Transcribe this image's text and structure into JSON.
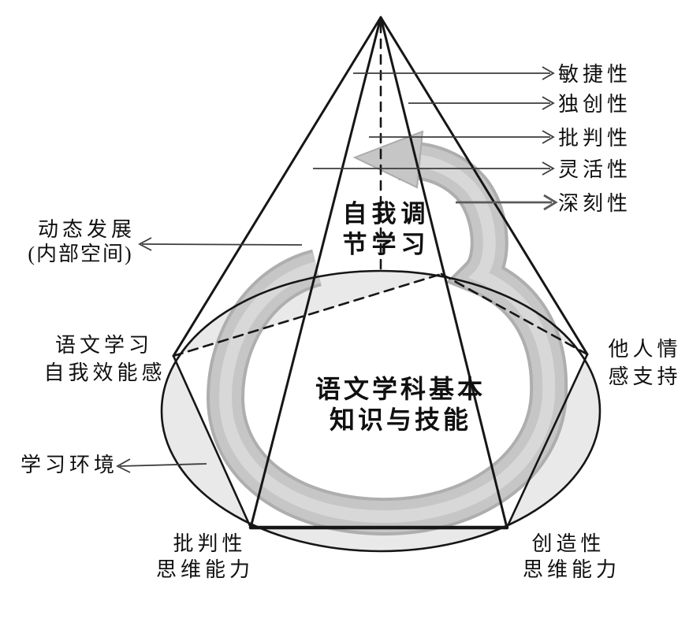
{
  "figure": {
    "thinking_qualities": [
      {
        "label": "敏捷性"
      },
      {
        "label": "独创性"
      },
      {
        "label": "批判性"
      },
      {
        "label": "灵活性"
      },
      {
        "label": "深刻性"
      }
    ],
    "left_labels": {
      "dynamic": {
        "line1": "动态发展",
        "line2": "(内部空间)"
      },
      "efficacy": {
        "line1": "语文学习",
        "line2": "自我效能感"
      },
      "environment": {
        "label": "学习环境"
      }
    },
    "right_label": {
      "line1": "他人情",
      "line2": "感支持"
    },
    "bottom_labels": {
      "critical": {
        "line1": "批判性",
        "line2": "思维能力"
      },
      "creative": {
        "line1": "创造性",
        "line2": "思维能力"
      }
    },
    "center": {
      "self_regulation": {
        "line1": "自我调",
        "line2": "节学习"
      },
      "knowledge": {
        "line1": "语文学科基本",
        "line2": "知识与技能"
      }
    },
    "colors": {
      "line": "#161616",
      "arrow": "#3c3c3c",
      "arrow_thick": "#5a5a5a",
      "spiral_edge": "#aeaeae",
      "spiral_body": "#c6c6c6",
      "spiral_light": "#d8d8d8",
      "sliver": "#e9e9e9",
      "text": "#101010"
    }
  }
}
